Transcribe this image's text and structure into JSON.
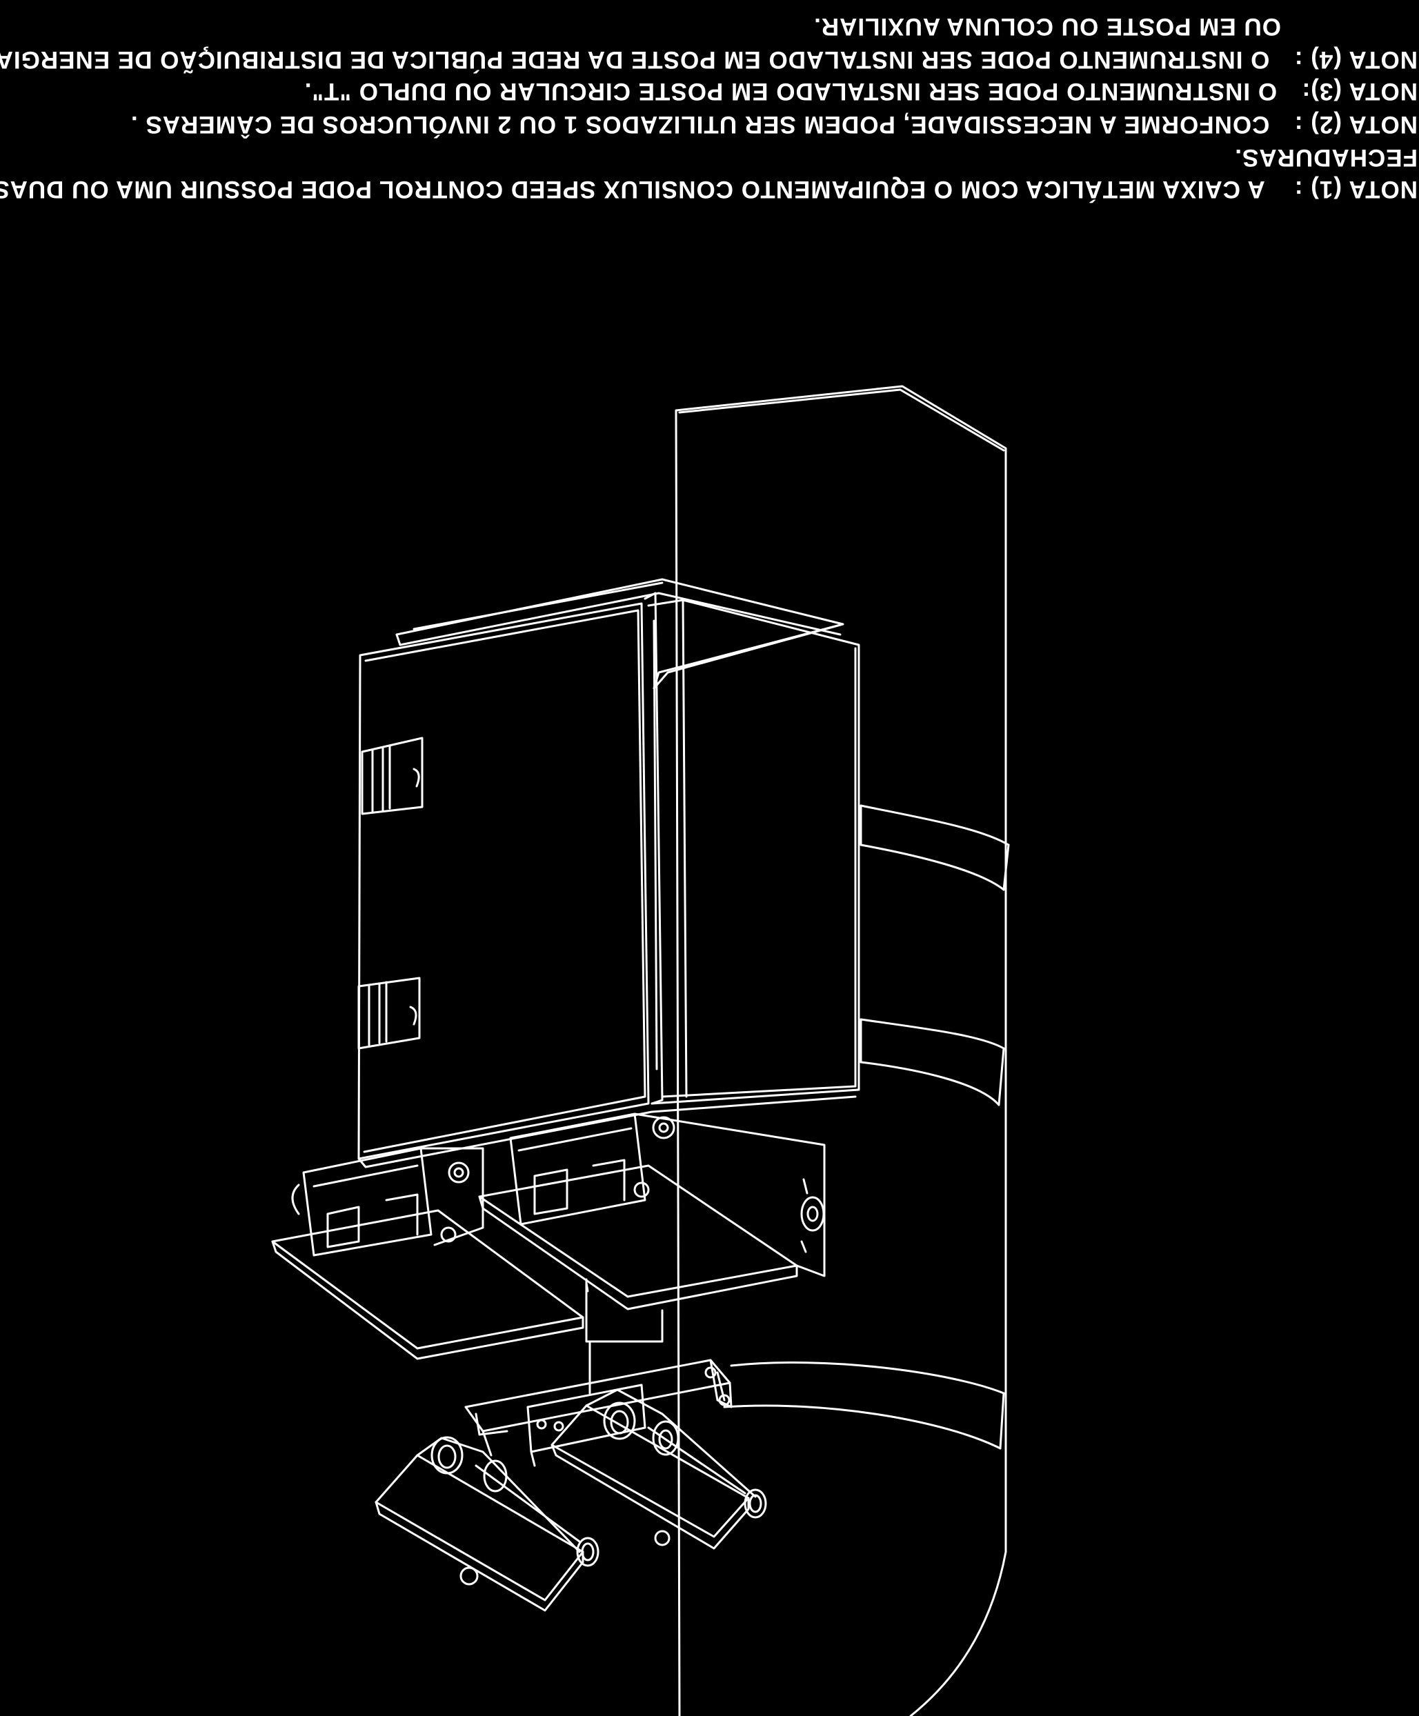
{
  "notes": [
    {
      "label": "NOTA (1) :",
      "text": "A CAIXA METÁLICA COM O EQUIPAMENTO CONSILUX SPEED CONTROL PODE POSSUIR UMA OU DUAS",
      "continuation": "FECHADURAS."
    },
    {
      "label": "NOTA (2) :",
      "text": "CONFORME A NECESSIDADE, PODEM SER UTILIZADOS 1 OU 2 INVÓLUCROS DE CÂMERAS ."
    },
    {
      "label": "NOTA (3):",
      "text": "O INSTRUMENTO PODE SER INSTALADO EM POSTE CIRCULAR OU DUPLO \"T\"."
    },
    {
      "label": "NOTA (4) :",
      "text": "O INSTRUMENTO PODE SER INSTALADO EM POSTE DA REDE PÚBLICA DE DISTRIBUIÇÃO DE ENERGIA",
      "continuation": "OU EM POSTE OU COLUNA AUXILIAR."
    }
  ],
  "colors": {
    "background": "#000000",
    "line": "#ffffff"
  }
}
